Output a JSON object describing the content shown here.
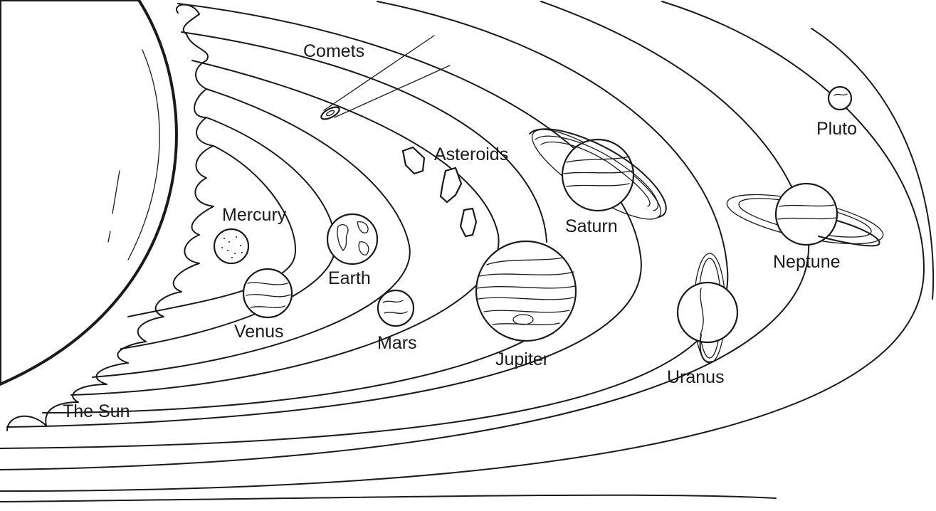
{
  "labels": {
    "sun": "The Sun",
    "mercury": "Mercury",
    "venus": "Venus",
    "earth": "Earth",
    "mars": "Mars",
    "asteroids": "Asteroids",
    "comets": "Comets",
    "jupiter": "Jupiter",
    "saturn": "Saturn",
    "uranus": "Uranus",
    "neptune": "Neptune",
    "pluto": "Pluto"
  },
  "colors": {
    "ink": "#1a1a1a",
    "paper": "#ffffff"
  }
}
